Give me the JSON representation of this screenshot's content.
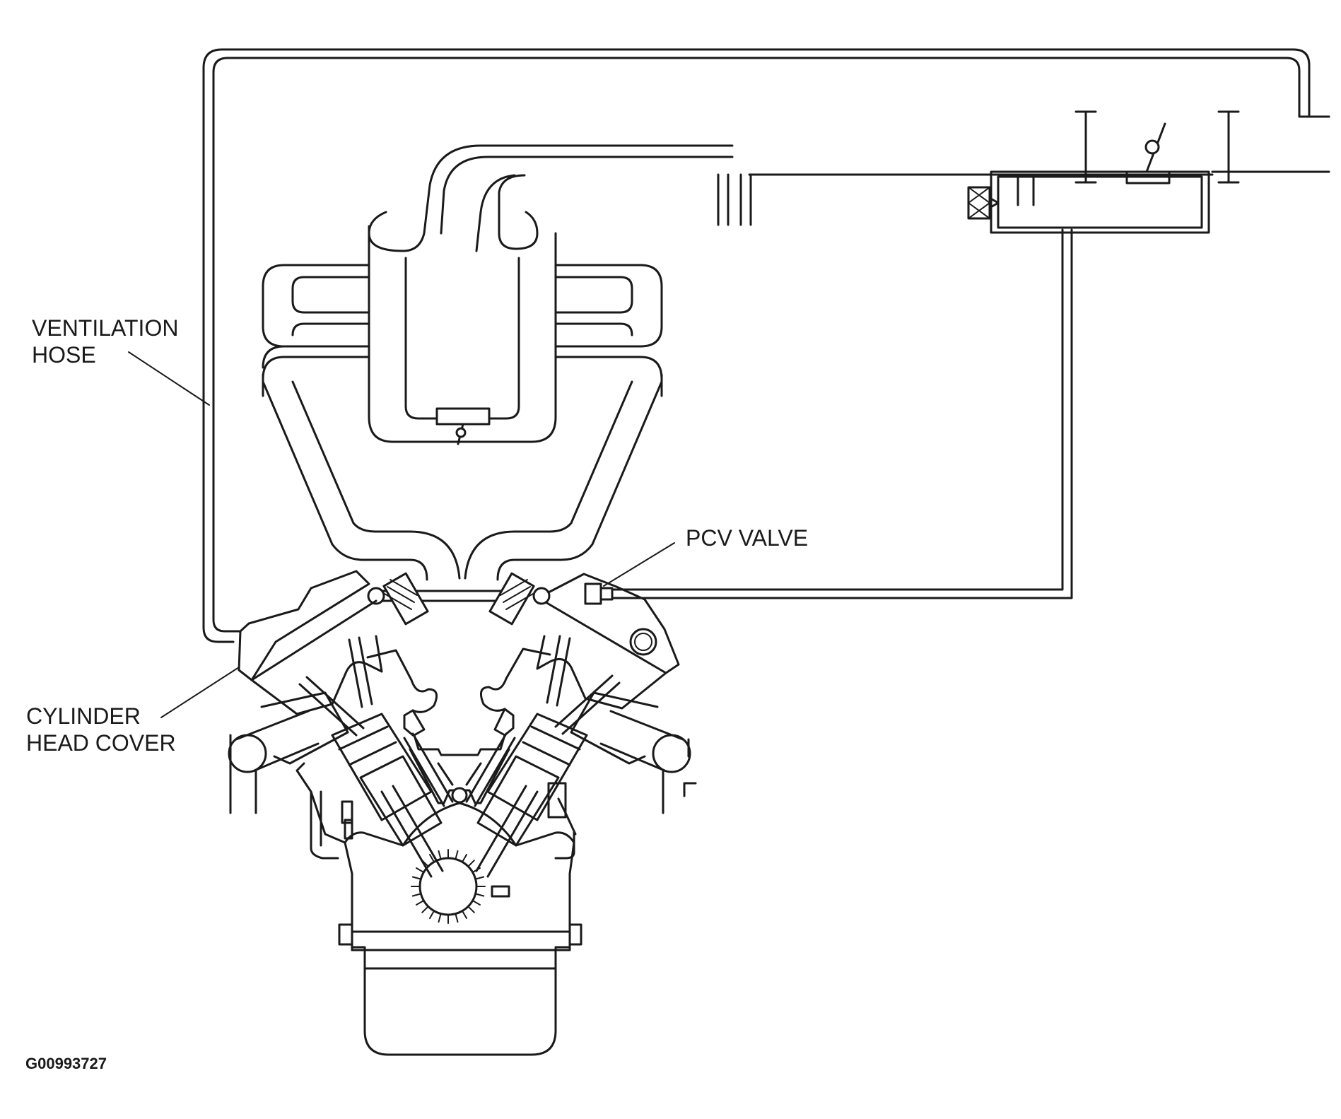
{
  "labels": {
    "ventilation_hose": [
      "VENTILATION",
      "HOSE"
    ],
    "pcv_valve": "PCV VALVE",
    "cylinder_head_cover": [
      "CYLINDER",
      "HEAD COVER"
    ]
  },
  "reference_code": "G00993727",
  "colors": {
    "line": "#1a1a1a",
    "background": "#ffffff"
  }
}
